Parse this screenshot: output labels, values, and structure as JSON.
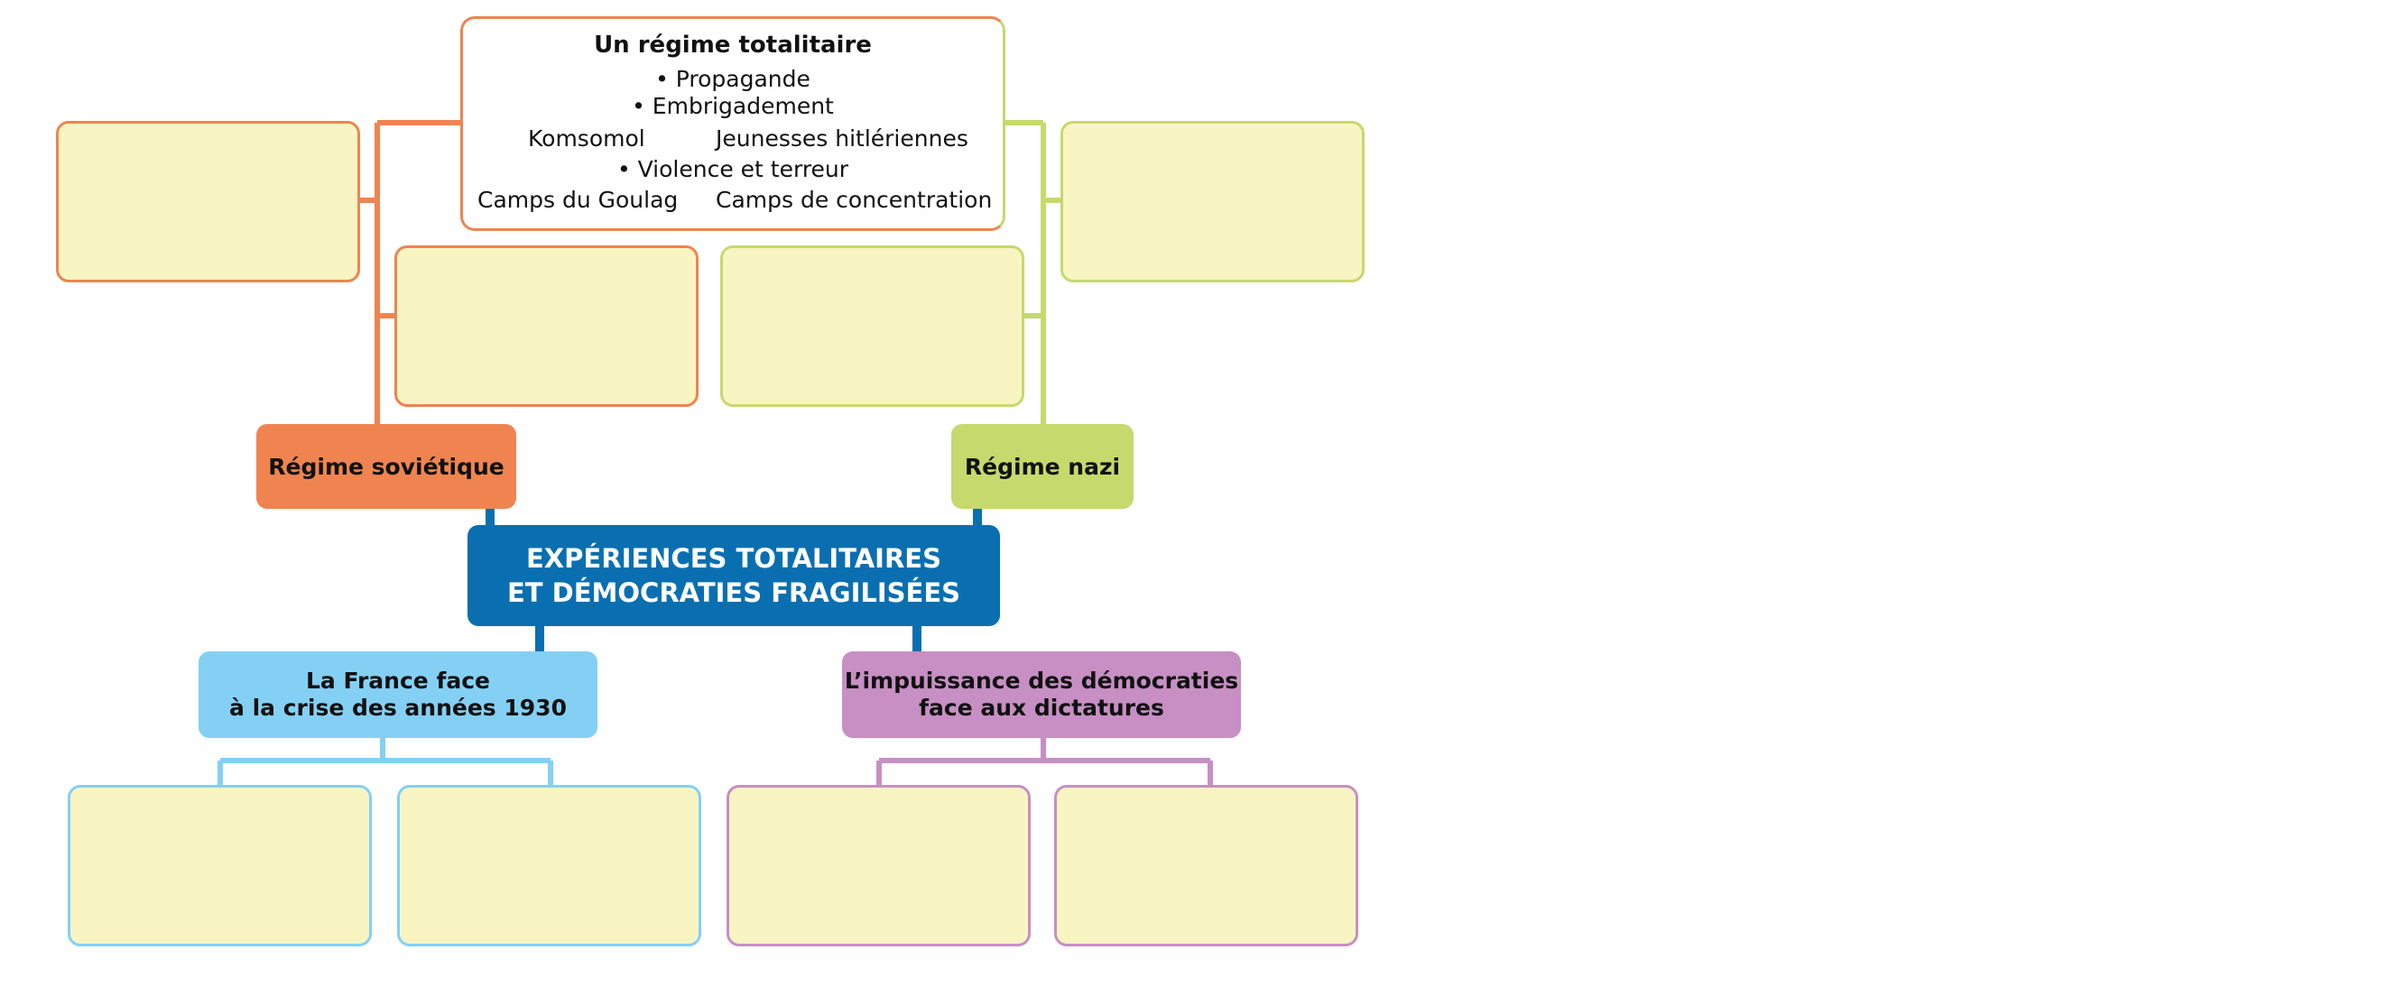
{
  "diagram": {
    "top_box": {
      "title": "Un régime totalitaire",
      "line_propagande": "• Propagande",
      "line_embrigadement": "• Embrigadement",
      "komsomol": "Komsomol",
      "jeunesses": "Jeunesses hitlériennes",
      "line_violence": "• Violence et terreur",
      "goulag": "Camps du Goulag",
      "concentration": "Camps de concentration"
    },
    "soviet": "Régime soviétique",
    "nazi": "Régime nazi",
    "central": {
      "line1": "EXPÉRIENCES TOTALITAIRES",
      "line2": "ET DÉMOCRATIES FRAGILISÉES"
    },
    "france": {
      "line1": "La France face",
      "line2": "à la crise des années 1930"
    },
    "impuissance": {
      "line1": "L’impuissance des démocraties",
      "line2": "face aux dictatures"
    }
  },
  "colors": {
    "orange": "#ef8450",
    "green": "#c5d96d",
    "blue": "#0a6fb0",
    "light_blue": "#84d0f5",
    "purple": "#c78fc4",
    "note_fill": "#f8f5c3"
  }
}
